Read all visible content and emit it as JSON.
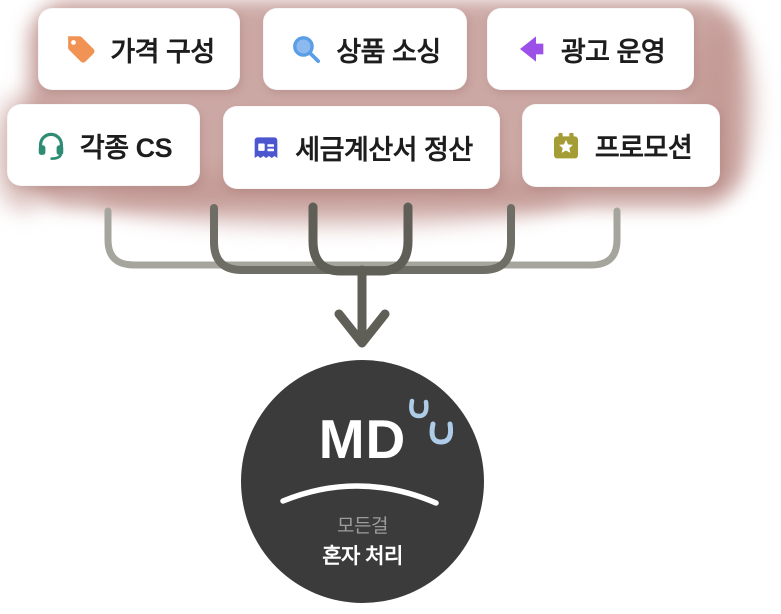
{
  "cards": [
    {
      "label": "가격 구성",
      "icon": "tag-icon",
      "icon_color": "#f09355"
    },
    {
      "label": "상품 소싱",
      "icon": "magnifier-icon",
      "icon_color": "#5a9ee8"
    },
    {
      "label": "광고 운영",
      "icon": "speaker-icon",
      "icon_color": "#9b51e8"
    },
    {
      "label": "각종 CS",
      "icon": "headset-icon",
      "icon_color": "#2e8b74"
    },
    {
      "label": "세금계산서 정산",
      "icon": "receipt-icon",
      "icon_color": "#4c57cf"
    },
    {
      "label": "프로모션",
      "icon": "calendar-star-icon",
      "icon_color": "#a49c35"
    }
  ],
  "center": {
    "title": "MD",
    "subtitle_line1": "모든걸",
    "subtitle_line2": "혼자 처리",
    "circle_color": "#3b3b3b",
    "sweat_marks_color": "#aecbe8"
  },
  "colors": {
    "background": "#ffffff",
    "blob": "#bf928d",
    "connector_dark": "#5f5f58",
    "connector_light": "#a5a59d",
    "card_text": "#1d1d1d"
  }
}
